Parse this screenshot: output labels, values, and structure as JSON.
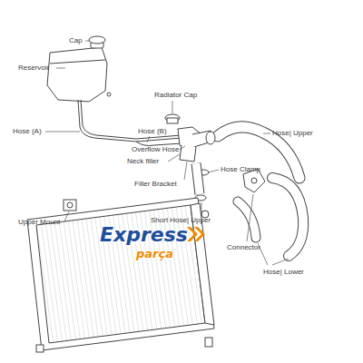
{
  "diagram": {
    "labels": [
      "Cap",
      "Reservoir",
      "Radiator Cap",
      "Hose (A)",
      "Hose (B)",
      "Overflow Hose",
      "Neck filler",
      "Hose| Upper",
      "Filler Bracket",
      "Hose Clamp",
      "Upper Mount",
      "Short Hose| Upper",
      "Connector",
      "Hose| Lower",
      "Express",
      "parça"
    ]
  }
}
